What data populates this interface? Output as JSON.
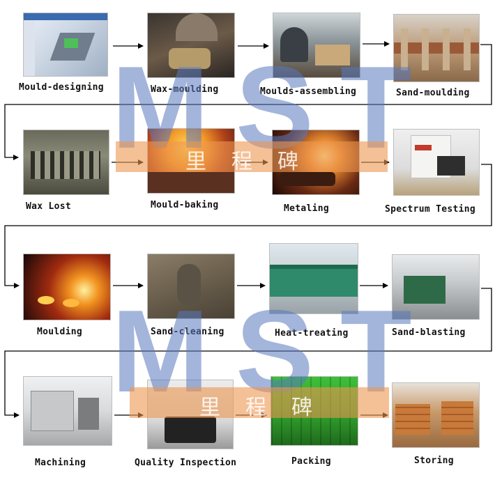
{
  "steps": [
    {
      "label": "Mould-designing"
    },
    {
      "label": "Wax-moulding"
    },
    {
      "label": "Moulds-assembling"
    },
    {
      "label": "Sand-moulding"
    },
    {
      "label": "Wax Lost"
    },
    {
      "label": "Mould-baking"
    },
    {
      "label": "Metaling"
    },
    {
      "label": "Spectrum Testing"
    },
    {
      "label": "Moulding"
    },
    {
      "label": "Sand-cleaning"
    },
    {
      "label": "Heat-treating"
    },
    {
      "label": "Sand-blasting"
    },
    {
      "label": "Machining"
    },
    {
      "label": "Quality Inspection"
    },
    {
      "label": "Packing"
    },
    {
      "label": "Storing"
    }
  ],
  "watermark": {
    "brand": "MST",
    "cjk": "里程碑"
  },
  "colors": {
    "watermark_blue": "#5878be",
    "watermark_band": "#ec9650",
    "arrow": "#000000"
  }
}
